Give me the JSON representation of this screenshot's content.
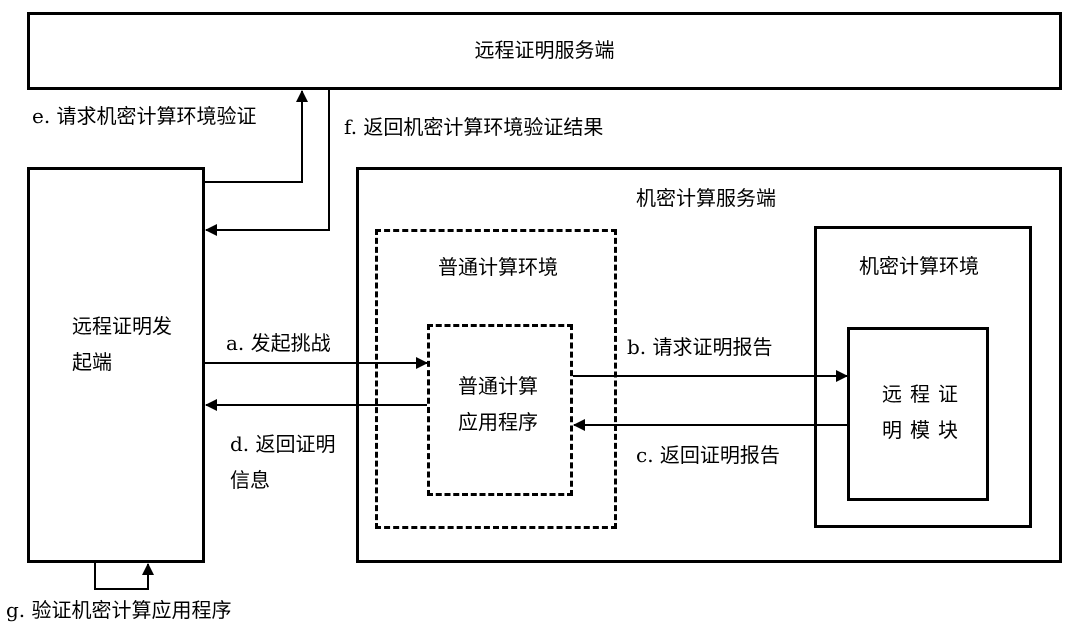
{
  "nodes": {
    "remote_attestation_server": "远程证明服务端",
    "remote_attestation_initiator": "远程证明发起端",
    "confidential_computing_server": "机密计算服务端",
    "normal_computing_env": "普通计算环境",
    "normal_computing_app": "普通计算应用程序",
    "confidential_computing_env": "机密计算环境",
    "remote_attestation_module": "远程证明模块"
  },
  "edges": {
    "a": "a. 发起挑战",
    "b": "b. 请求证明报告",
    "c": "c. 返回证明报告",
    "d": "d. 返回证明信息",
    "e": "e. 请求机密计算环境验证",
    "f": "f. 返回机密计算环境验证结果",
    "g": "g. 验证机密计算应用程序"
  }
}
